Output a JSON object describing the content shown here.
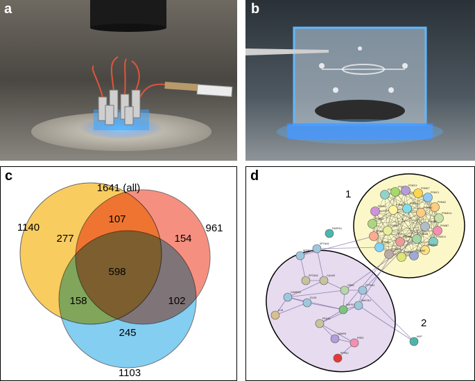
{
  "panels": {
    "a": {
      "label": "a"
    },
    "b": {
      "label": "b"
    },
    "c": {
      "label": "c"
    },
    "d": {
      "label": "d"
    }
  },
  "venn": {
    "total_label": "1641 (all)",
    "sets": [
      {
        "total": "1140",
        "color": "#f9c74f"
      },
      {
        "total": "961",
        "color": "#f47c6a"
      },
      {
        "total": "1103",
        "color": "#6ec6ef"
      }
    ],
    "regions": {
      "only_a": "277",
      "only_b": "154",
      "only_c": "245",
      "ab": "107",
      "ac": "158",
      "bc": "102",
      "abc": "598"
    }
  },
  "network": {
    "cluster_labels": [
      "1",
      "2"
    ],
    "cluster1_color": "#fbf7c8",
    "cluster2_color": "#e6dbef",
    "nodes": [
      {
        "label": "PSMC5",
        "color": "#8fd3c9"
      },
      {
        "label": "PSMC2",
        "color": "#a6d96a"
      },
      {
        "label": "PSMC3",
        "color": "#b39ddb"
      },
      {
        "label": "PSMD7",
        "color": "#ffd54f"
      },
      {
        "label": "PSMC1",
        "color": "#90caf9"
      },
      {
        "label": "PSMA2",
        "color": "#ffcc80"
      },
      {
        "label": "PSMD14",
        "color": "#c5e1a5"
      },
      {
        "label": "PSMB7",
        "color": "#f48fb1"
      },
      {
        "label": "PSMD11",
        "color": "#80cbc4"
      },
      {
        "label": "PSMD12",
        "color": "#ffe082"
      },
      {
        "label": "PSMA4",
        "color": "#9fa8da"
      },
      {
        "label": "PSMD4",
        "color": "#dce775"
      },
      {
        "label": "PSMD3",
        "color": "#bcaaa4"
      },
      {
        "label": "PSME1",
        "color": "#81d4fa"
      },
      {
        "label": "PSMC6",
        "color": "#ffab91"
      },
      {
        "label": "PSMD1",
        "color": "#aed581"
      },
      {
        "label": "PSMA1",
        "color": "#ce93d8"
      },
      {
        "label": "PSMB1",
        "color": "#fff59d"
      },
      {
        "label": "PSMD6",
        "color": "#80deea"
      },
      {
        "label": "PSMD2",
        "color": "#ffcc80"
      },
      {
        "label": "PSMD8",
        "color": "#b0bec5"
      },
      {
        "label": "PSMA5",
        "color": "#a5d6a7"
      },
      {
        "label": "PSMB3",
        "color": "#ef9a9a"
      },
      {
        "label": "PSMA7",
        "color": "#e6ee9c"
      },
      {
        "label": "PARPN1",
        "color": "#4db6ac"
      },
      {
        "label": "SPTAN1",
        "color": "#9ec7dd"
      },
      {
        "label": "SPTBN1",
        "color": "#9ec7dd"
      },
      {
        "label": "SPTAN2",
        "color": "#c9c2a0"
      },
      {
        "label": "CALM3",
        "color": "#c9c2a0"
      },
      {
        "label": "CAMK2D",
        "color": "#9ec7dd"
      },
      {
        "label": "DLG3",
        "color": "#9ec7dd"
      },
      {
        "label": "IL18",
        "color": "#d8c08e"
      },
      {
        "label": "GRB2",
        "color": "#b6d7a8"
      },
      {
        "label": "PTPN11",
        "color": "#9ec7dd"
      },
      {
        "label": "MAPK1",
        "color": "#7cc47c"
      },
      {
        "label": "MAP2K1",
        "color": "#9ec7dd"
      },
      {
        "label": "PEA15",
        "color": "#c9c2a0"
      },
      {
        "label": "VAMP8",
        "color": "#b39ddb"
      },
      {
        "label": "RSR1",
        "color": "#f48fb1"
      },
      {
        "label": "PPP6C",
        "color": "#e53935"
      },
      {
        "label": "MVP",
        "color": "#4db6ac"
      }
    ]
  }
}
